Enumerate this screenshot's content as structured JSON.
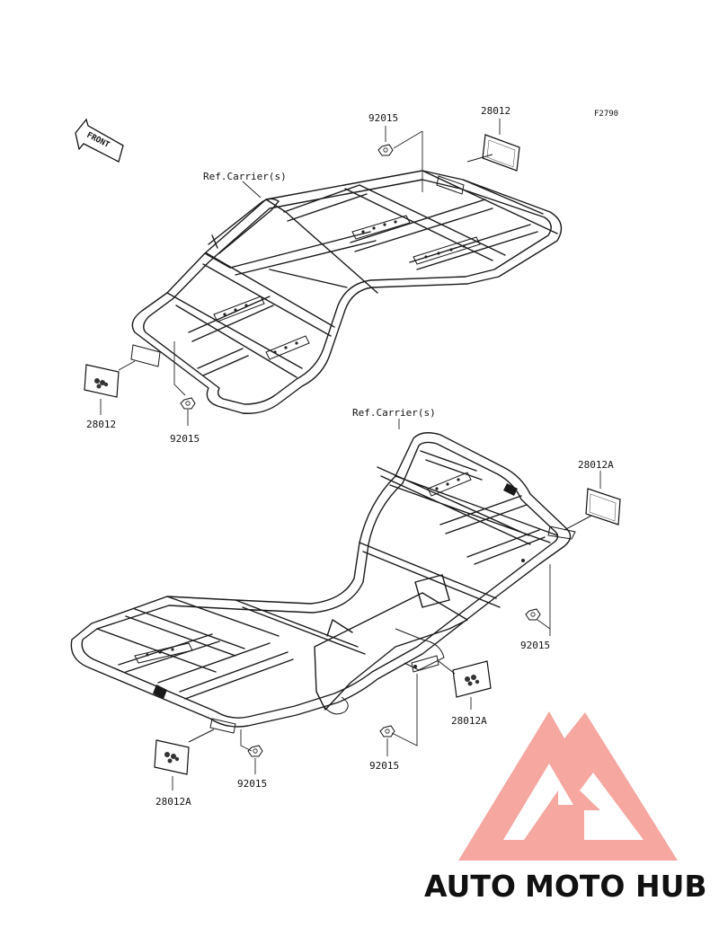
{
  "diagram": {
    "figure_code": "F2790",
    "front_label": "FRONT",
    "upper_ref_label": "Ref.Carrier(s)",
    "lower_ref_label": "Ref.Carrier(s)",
    "callouts": {
      "upper_nut_top": "92015",
      "upper_reflector_top": "28012",
      "upper_reflector_left": "28012",
      "upper_nut_left": "92015",
      "lower_reflector_right": "28012A",
      "lower_nut_right": "92015",
      "lower_reflector_mid": "28012A",
      "lower_nut_mid": "92015",
      "lower_nut_left": "92015",
      "lower_reflector_left": "28012A"
    }
  },
  "watermark": {
    "auto": "AUTO",
    "moto": "MOTO",
    "hub": "HUB",
    "colors": {
      "auto": "#f6c08a",
      "moto": "#f4a29b",
      "hub": "#8a8a8a",
      "triangle": "#f4a29b"
    }
  }
}
